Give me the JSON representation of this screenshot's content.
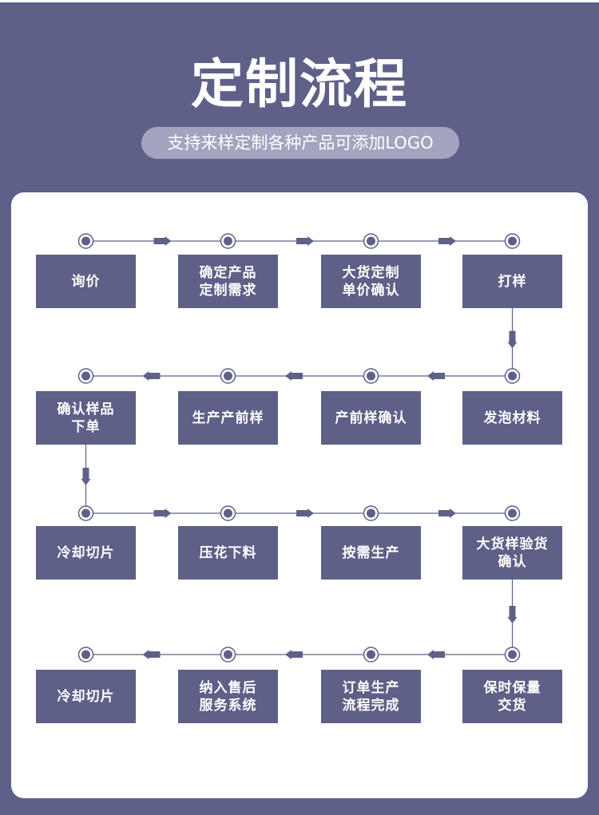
{
  "title": "定制流程",
  "subtitle": "支持来样定制各种产品可添加LOGO",
  "colors": {
    "primary": "#5f6088",
    "pill": "#a3a4bf",
    "card": "#ffffff"
  },
  "rows": [
    {
      "direction": "right",
      "steps": [
        "询价",
        "确定产品\n定制需求",
        "大货定制\n单价确认",
        "打样"
      ]
    },
    {
      "direction": "left",
      "steps": [
        "确认样品\n下单",
        "生产产前样",
        "产前样确认",
        "发泡材料"
      ]
    },
    {
      "direction": "right",
      "steps": [
        "冷却切片",
        "压花下料",
        "按需生产",
        "大货样验货\n确认"
      ]
    },
    {
      "direction": "left",
      "steps": [
        "冷却切片",
        "纳入售后\n服务系统",
        "订单生产\n流程完成",
        "保时保量\n交货"
      ]
    }
  ]
}
